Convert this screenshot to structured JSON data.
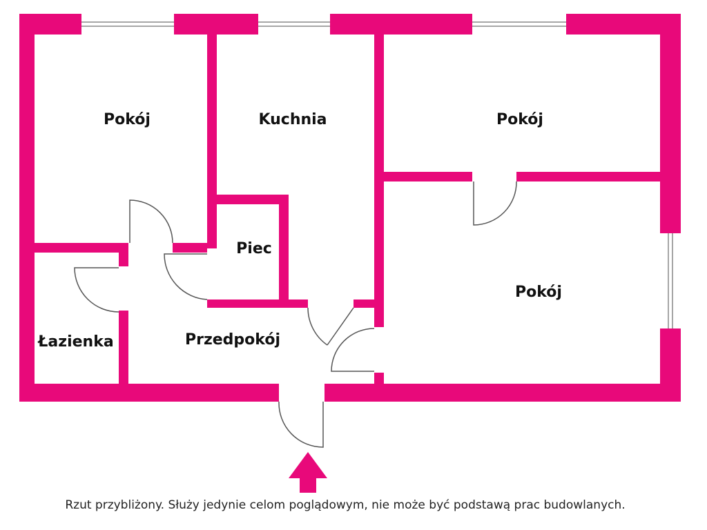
{
  "colors": {
    "wall": "#E8097A",
    "door_line": "#555555",
    "window_line": "#888888"
  },
  "rooms": {
    "pokoj_left": "Pokój",
    "kuchnia": "Kuchnia",
    "pokoj_top_right": "Pokój",
    "piec": "Piec",
    "pokoj_right": "Pokój",
    "lazienka": "Łazienka",
    "przedpokoj": "Przedpokój"
  },
  "note": "Rzut przybliżony. Służy jedynie celom poglądowym, nie może być podstawą prac budowlanych.",
  "entrance_icon": "arrow-up-icon"
}
